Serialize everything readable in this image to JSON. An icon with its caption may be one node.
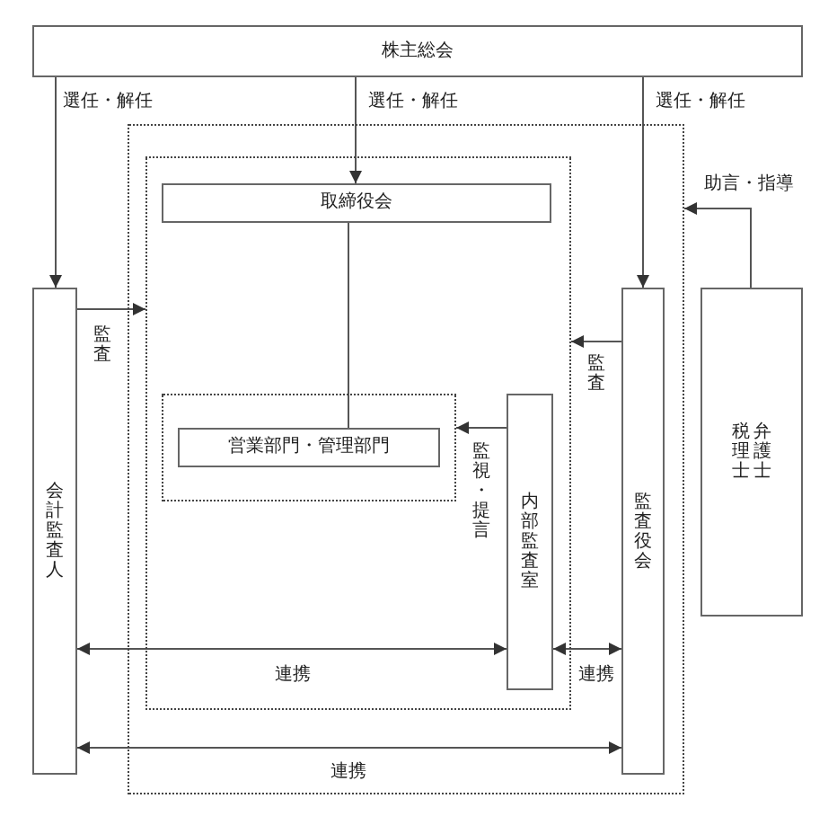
{
  "diagram": {
    "nodes": [
      {
        "text": [
          "株主総会"
        ]
      },
      {
        "text": [
          "会計監査人"
        ]
      },
      {
        "text": [],
        "shape": "box"
      },
      {
        "text": [],
        "shape": "box",
        "in": 2
      },
      {
        "text": [
          "取締役会"
        ],
        "in": 3
      },
      {
        "text": [],
        "shape": "box",
        "in": 3
      },
      {
        "text": [
          "営業部門・管理部門"
        ],
        "in": 5
      },
      {
        "text": [
          "内部監査室"
        ],
        "in": 3
      },
      {
        "text": [
          "監査役会"
        ],
        "in": 2
      },
      {
        "text": [
          "税理士",
          "弁護士"
        ]
      }
    ],
    "edges": [
      {
        "from": 0,
        "to": 1,
        "arrow": "to",
        "label": "選任・解任"
      },
      {
        "from": 0,
        "to": 4,
        "arrow": "to",
        "label": "選任・解任"
      },
      {
        "from": 0,
        "to": 8,
        "arrow": "to",
        "label": "選任・解任"
      },
      {
        "from": 9,
        "to": 2,
        "arrow": "to",
        "label": "助言・指導"
      },
      {
        "from": 1,
        "to": 3,
        "arrow": "to",
        "label": "監査"
      },
      {
        "from": 8,
        "to": 3,
        "arrow": "to",
        "label": "監査"
      },
      {
        "from": 4,
        "to": 6,
        "arrow": "none"
      },
      {
        "from": 7,
        "to": 5,
        "arrow": "to",
        "label": "監視・提言"
      },
      {
        "from": 1,
        "to": 7,
        "arrow": "both",
        "label": "連携"
      },
      {
        "from": 7,
        "to": 8,
        "arrow": "both",
        "label": "連携"
      },
      {
        "from": 1,
        "to": 8,
        "arrow": "both",
        "label": "連携"
      }
    ]
  }
}
